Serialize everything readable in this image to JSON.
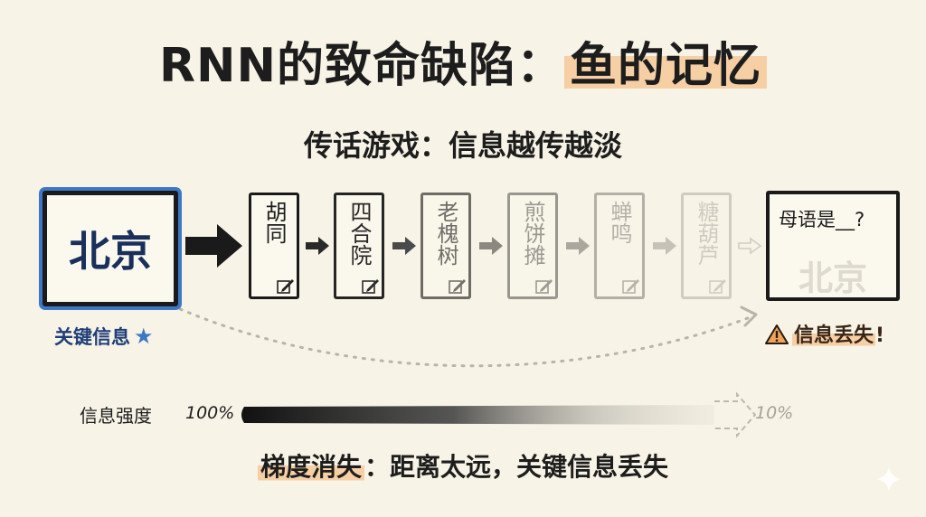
{
  "title": {
    "prefix": "RNN的致命缺陷：",
    "highlight": "鱼的记忆"
  },
  "subtitle": "传话游戏：信息越传越淡",
  "key_info": {
    "word": "北京",
    "label": "关键信息"
  },
  "chain": [
    {
      "text": "胡同",
      "opacity": 1.0
    },
    {
      "text": "四合院",
      "opacity": 0.95
    },
    {
      "text": "老槐树",
      "opacity": 0.62
    },
    {
      "text": "煎饼摊",
      "opacity": 0.42
    },
    {
      "text": "蝉鸣",
      "opacity": 0.3
    },
    {
      "text": "糖葫芦",
      "opacity": 0.18
    }
  ],
  "target": {
    "question": "母语是__?",
    "faded_answer": "北京"
  },
  "lost_label": {
    "text": "信息丢失",
    "suffix": "!"
  },
  "strength": {
    "label": "信息强度",
    "start": "100%",
    "end": "10%"
  },
  "conclusion": {
    "highlight": "梯度消失",
    "rest": "：距离太远，关键信息丢失"
  },
  "colors": {
    "accent_blue": "#3f77c8",
    "highlight_orange": "#f6cfa4",
    "warning": "#e8913a",
    "background": "#f7f3e6"
  },
  "icons": [
    "star-icon",
    "note-icon",
    "warning-icon",
    "sparkle-icon"
  ]
}
